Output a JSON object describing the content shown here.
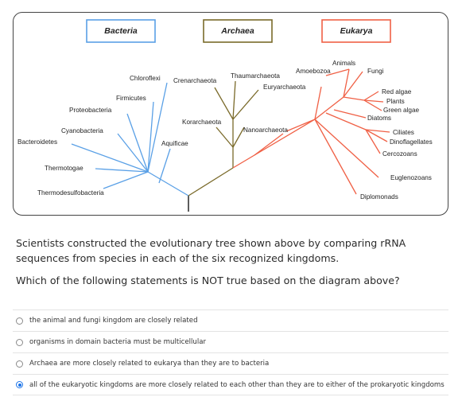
{
  "diagram": {
    "domains": {
      "bacteria": "Bacteria",
      "archaea": "Archaea",
      "eukarya": "Eukarya"
    },
    "colors": {
      "bacteria": "#5aa0e6",
      "archaea": "#7a6a2a",
      "eukarya": "#f06045",
      "root": "#333333"
    },
    "bacteria_taxa": {
      "chloroflexi": "Chloroflexi",
      "firmicutes": "Firmicutes",
      "proteobacteria": "Proteobacteria",
      "cyanobacteria": "Cyanobacteria",
      "bacteroidetes": "Bacteroidetes",
      "aquificae": "Aquificae",
      "thermotogae": "Thermotogae",
      "thermodesulfobacteria": "Thermodesulfobacteria"
    },
    "archaea_taxa": {
      "crenarchaeota": "Crenarchaeota",
      "thaumarchaeota": "Thaumarchaeota",
      "euryarchaeota": "Euryarchaeota",
      "korarchaeota": "Korarchaeota",
      "nanoarchaeota": "Nanoarchaeota"
    },
    "eukarya_taxa": {
      "amoebozoa": "Amoebozoa",
      "animals": "Animals",
      "fungi": "Fungi",
      "red_algae": "Red algae",
      "plants": "Plants",
      "green_algae": "Green algae",
      "diatoms": "Diatoms",
      "ciliates": "Ciliates",
      "dinoflagellates": "Dinoflagellates",
      "cercozoans": "Cercozoans",
      "euglenozoans": "Euglenozoans",
      "diplomonads": "Diplomonads"
    }
  },
  "question": {
    "intro": "Scientists constructed the evolutionary tree shown above by comparing rRNA sequences from species in each of the six recognized kingdoms.",
    "prompt": "Which of the following statements is NOT true based on the diagram above?"
  },
  "options": [
    {
      "label": "the animal and fungi kingdom are closely related",
      "selected": false
    },
    {
      "label": "organisms in domain bacteria must be multicellular",
      "selected": false
    },
    {
      "label": "Archaea are more closely related to eukarya than they are to bacteria",
      "selected": false
    },
    {
      "label": "all of the eukaryotic kingdoms are more closely related to each other than they are to either of the prokaryotic kingdoms",
      "selected": true
    }
  ]
}
